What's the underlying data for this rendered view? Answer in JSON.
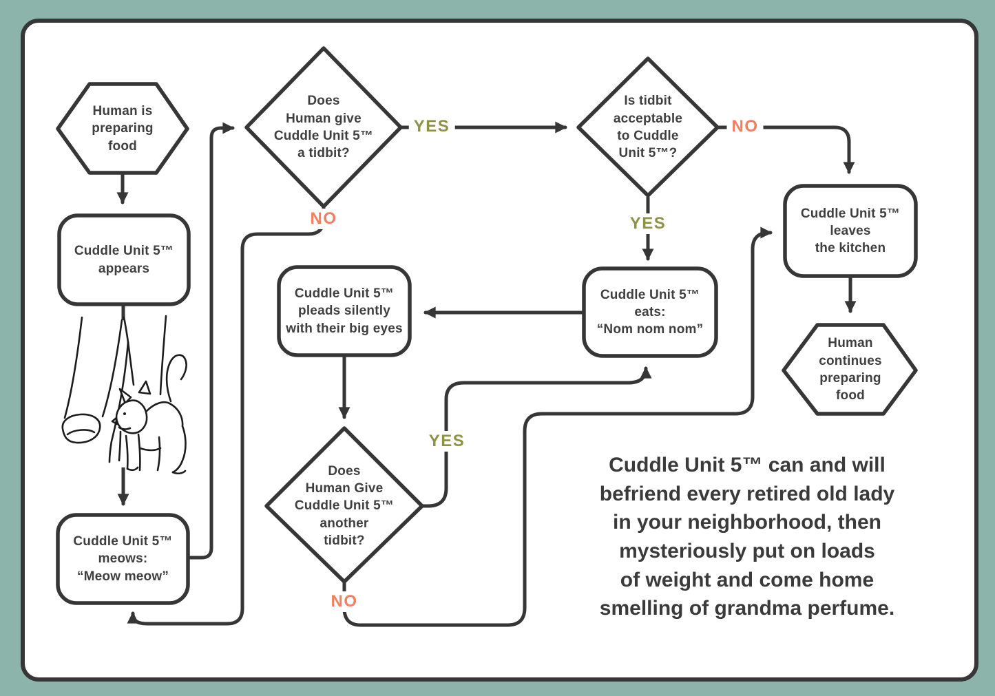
{
  "palette": {
    "background_teal": "#8db4ab",
    "card_white": "#ffffff",
    "line_dark": "#363636",
    "text_dark": "#3f3f3f",
    "yes_olive": "#8e9245",
    "no_salmon": "#f0805f"
  },
  "nodes": {
    "start_hexagon": {
      "label": "Human is\npreparing\nfood"
    },
    "appears_box": {
      "label": "Cuddle Unit 5™\nappears"
    },
    "meows_box": {
      "label": "Cuddle Unit 5™\nmeows:\n“Meow meow”"
    },
    "tidbit_diamond": {
      "label": "Does\nHuman give\nCuddle Unit 5™\na tidbit?"
    },
    "acceptable_diamond": {
      "label": "Is tidbit\nacceptable\nto Cuddle\nUnit 5™?"
    },
    "leaves_box": {
      "label": "Cuddle Unit 5™\nleaves\nthe kitchen"
    },
    "continues_hexagon": {
      "label": "Human\ncontinues\npreparing\nfood"
    },
    "eats_box": {
      "label": "Cuddle Unit 5™\neats:\n“Nom nom nom”"
    },
    "pleads_box": {
      "label": "Cuddle Unit 5™\npleads silently\nwith their big eyes"
    },
    "another_tidbit_diamond": {
      "label": "Does\nHuman Give\nCuddle Unit 5™\nanother\ntidbit?"
    }
  },
  "edge_labels": {
    "tidbit_yes": "YES",
    "tidbit_no": "NO",
    "acceptable_no": "NO",
    "acceptable_yes": "YES",
    "another_yes": "YES",
    "another_no": "NO"
  },
  "caption": "Cuddle Unit 5™ can and will\nbefriend every retired old lady\nin your neighborhood, then\nmysteriously put on loads\nof weight and come home\nsmelling of grandma perfume."
}
